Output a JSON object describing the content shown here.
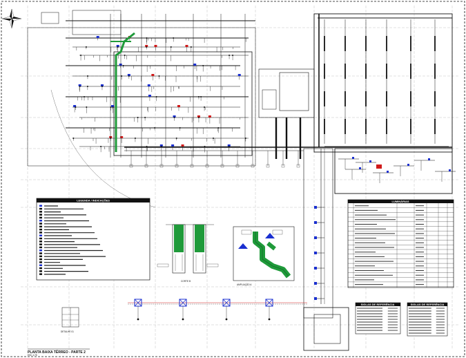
{
  "sheet": {
    "title": "PLANTA BAIXA TÉRREO - PARTE 2",
    "scale_note": "ESC 1:75"
  },
  "legend_left": {
    "header": "LEGENDA / INDICAÇÕES"
  },
  "legend_right": {
    "header": "LUMINÁRIAS"
  },
  "ref_table_1": {
    "header": "SIGLAS DE REFERÊNCIA"
  },
  "ref_table_2": {
    "header": "SIGLAS DE REFERÊNCIA"
  },
  "details": {
    "corte_label": "CORTE B",
    "ampliacao_label": "AMPLIAÇÃO A",
    "detail_small": "DETALHE 01"
  },
  "colors": {
    "line": "#111111",
    "accent_green": "#1f9a3a",
    "accent_blue": "#1a2fd0",
    "accent_red": "#d01a1a",
    "grid": "#9a9a9a"
  },
  "icons": [
    "north-arrow-icon"
  ]
}
